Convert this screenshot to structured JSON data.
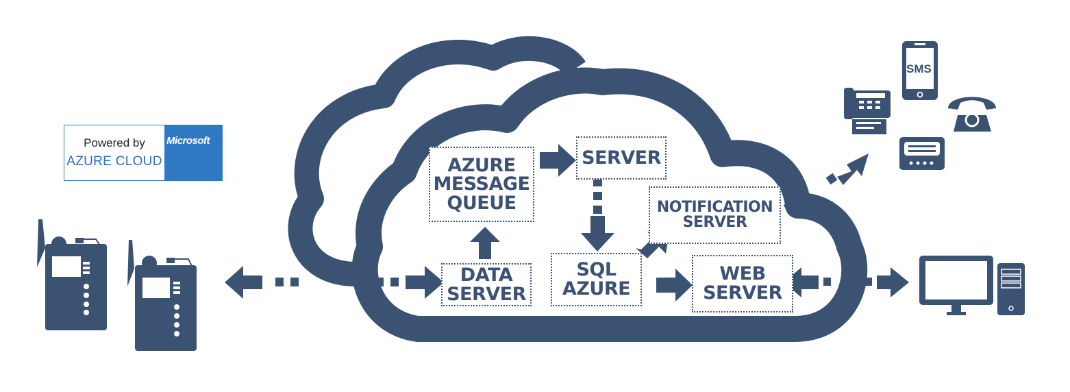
{
  "colors": {
    "primary": "#3b5273",
    "badge_blue": "#2f78c4",
    "background": "#ffffff"
  },
  "badge": {
    "line1": "Powered by",
    "line2": "AZURE CLOUD",
    "brand": "Microsoft",
    "icon": "cloud-icon"
  },
  "cloud": {
    "nodes": {
      "message_queue": {
        "lines": [
          "AZURE",
          "MESSAGE",
          "QUEUE"
        ]
      },
      "server": {
        "lines": [
          "SERVER"
        ]
      },
      "notification_server": {
        "lines": [
          "NOTIFICATION",
          "SERVER"
        ]
      },
      "data_server": {
        "lines": [
          "DATA",
          "SERVER"
        ]
      },
      "sql_azure": {
        "lines": [
          "SQL",
          "AZURE"
        ]
      },
      "web_server": {
        "lines": [
          "WEB",
          "SERVER"
        ]
      }
    }
  },
  "edges": [
    {
      "from": "radios",
      "to": "data_server",
      "direction": "bidirectional"
    },
    {
      "from": "data_server",
      "to": "message_queue",
      "direction": "forward"
    },
    {
      "from": "message_queue",
      "to": "server",
      "direction": "forward"
    },
    {
      "from": "server",
      "to": "sql_azure",
      "direction": "forward"
    },
    {
      "from": "sql_azure",
      "to": "notification_server",
      "direction": "forward"
    },
    {
      "from": "sql_azure",
      "to": "web_server",
      "direction": "forward"
    },
    {
      "from": "notification_server",
      "to": "notification_devices",
      "direction": "forward"
    },
    {
      "from": "web_server",
      "to": "workstation",
      "direction": "bidirectional"
    }
  ],
  "devices": {
    "radios": [
      "radio-icon",
      "radio-icon"
    ],
    "notification_devices": {
      "fax": "fax-icon",
      "phone_sms": "smartphone-icon",
      "sms_label": "SMS",
      "telephone": "telephone-icon",
      "pager": "pager-icon"
    },
    "workstation": {
      "monitor": "monitor-icon",
      "tower": "pc-tower-icon"
    }
  }
}
